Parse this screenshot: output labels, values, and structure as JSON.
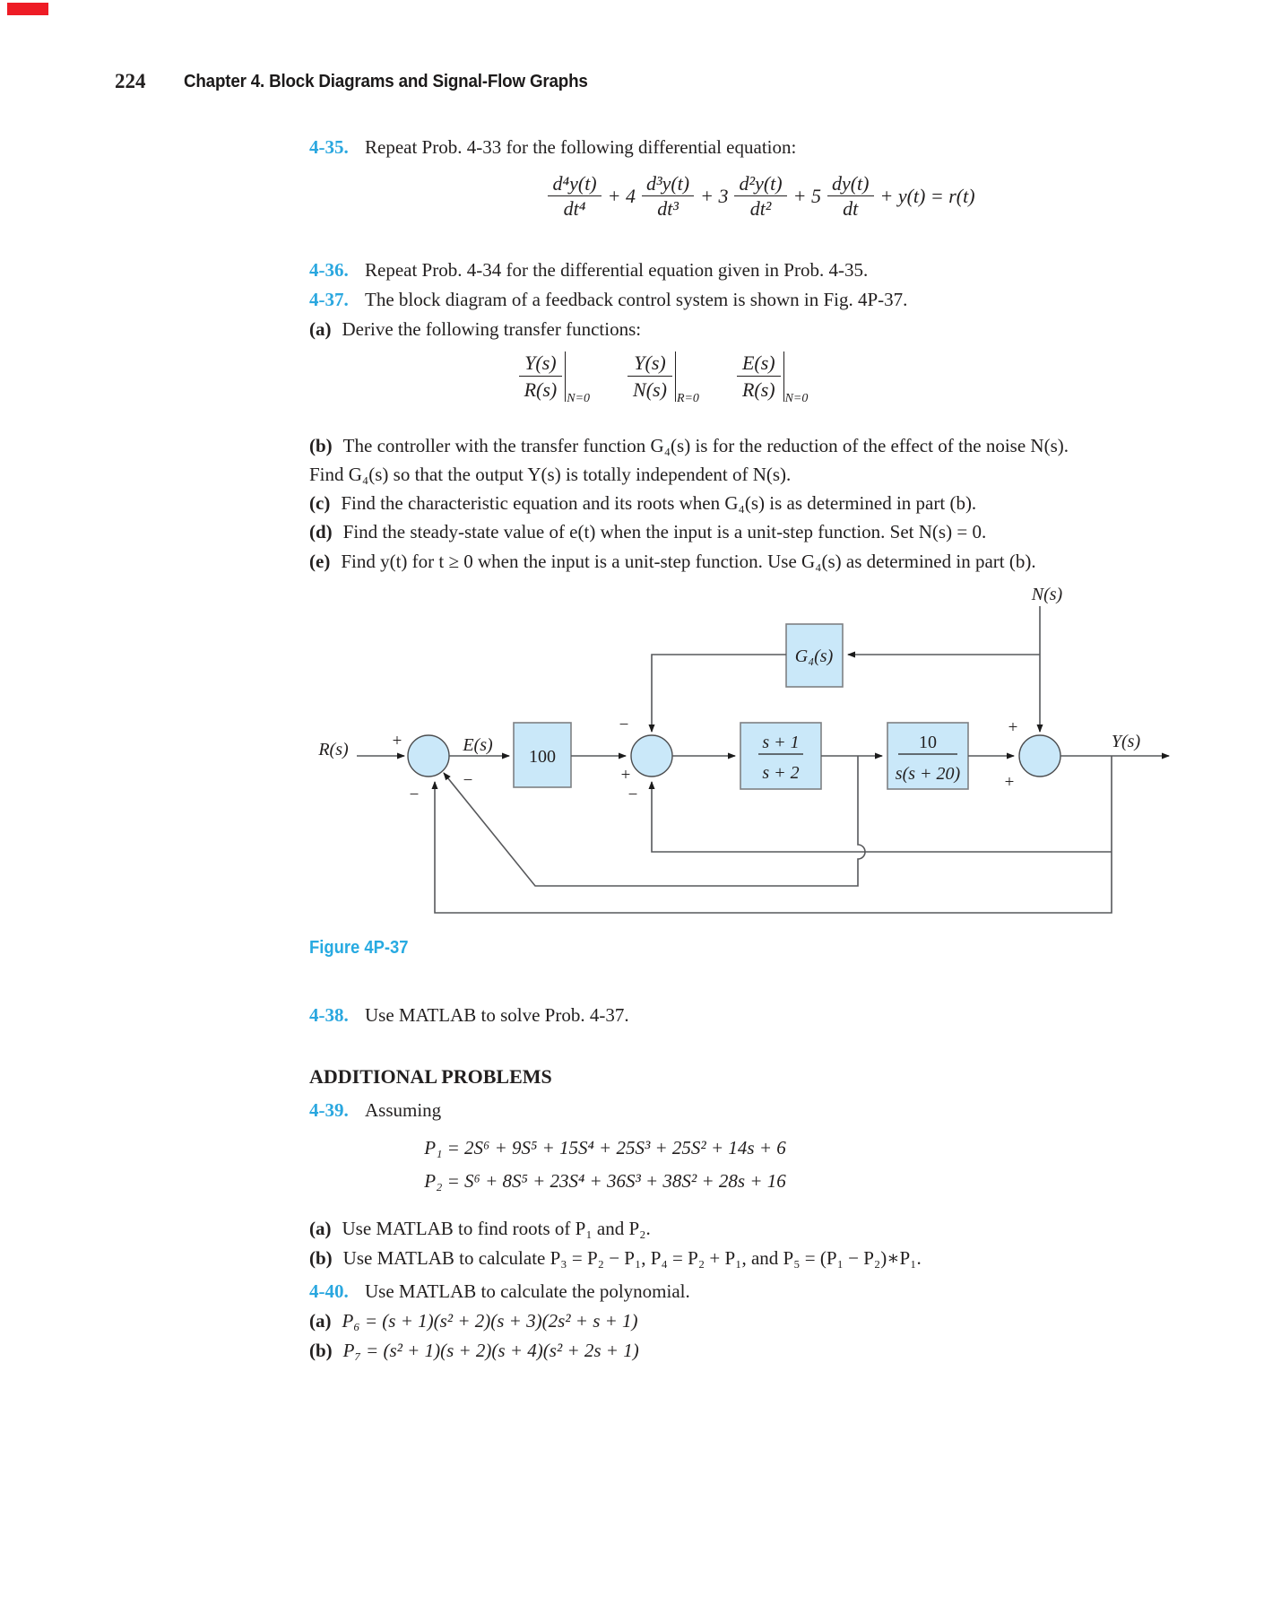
{
  "page": {
    "number": "224",
    "chapter": "Chapter 4.  Block Diagrams and Signal-Flow Graphs"
  },
  "colors": {
    "accent_blue": "#2aa7df",
    "figure_label_blue": "#27aae1",
    "block_fill": "#cae8f9",
    "block_border": "#7e8083",
    "wire": "#57585b",
    "corner_mark_red": "#ee1c25"
  },
  "problems": {
    "p435": {
      "num": "4-35.",
      "text": "Repeat Prob. 4-33 for the following differential equation:"
    },
    "eq435": {
      "n1": "d⁴y(t)",
      "d1": "dt⁴",
      "op1": "+ 4",
      "n2": "d³y(t)",
      "d2": "dt³",
      "op2": "+ 3",
      "n3": "d²y(t)",
      "d3": "dt²",
      "op3": "+ 5",
      "n4": "dy(t)",
      "d4": "dt",
      "tail": "+ y(t) = r(t)"
    },
    "p436": {
      "num": "4-36.",
      "text": "Repeat Prob. 4-34 for the differential equation given in Prob. 4-35."
    },
    "p437": {
      "num": "4-37.",
      "text": "The block diagram of a feedback control system is shown in Fig. 4P-37.",
      "a_label": "(a)",
      "a_text": "Derive the following transfer functions:",
      "tfs": [
        {
          "num": "Y(s)",
          "den": "R(s)",
          "cond": "N=0"
        },
        {
          "num": "Y(s)",
          "den": "N(s)",
          "cond": "R=0"
        },
        {
          "num": "E(s)",
          "den": "R(s)",
          "cond": "N=0"
        }
      ],
      "b_label": "(b)",
      "b_line1": "The controller with the transfer function G₄(s) is for the reduction of the effect of the noise N(s).",
      "b_line2": "Find G₄(s) so that the output Y(s) is totally independent of N(s).",
      "c_label": "(c)",
      "c_text": "Find the characteristic equation and its roots when G₄(s) is as determined in part (b).",
      "d_label": "(d)",
      "d_text": "Find the steady-state value of e(t) when the input is a unit-step function. Set N(s) = 0.",
      "e_label": "(e)",
      "e_text": "Find y(t) for t ≥ 0 when the input is a unit-step function. Use G₄(s) as determined in part (b)."
    },
    "figure_label": "Figure 4P-37",
    "p438": {
      "num": "4-38.",
      "text": "Use MATLAB to solve Prob. 4-37."
    },
    "additional_header": "ADDITIONAL PROBLEMS",
    "p439": {
      "num": "4-39.",
      "text": "Assuming",
      "eq1": "P₁ = 2S⁶ + 9S⁵ + 15S⁴ + 25S³ + 25S² + 14s + 6",
      "eq2": "P₂ = S⁶ + 8S⁵ + 23S⁴ + 36S³ + 38S² + 28s + 16",
      "a_label": "(a)",
      "a_text": "Use MATLAB to find roots of P₁ and P₂.",
      "b_label": "(b)",
      "b_text": "Use MATLAB to calculate P₃ = P₂ − P₁, P₄ = P₂ + P₁, and P₅ = (P₁ − P₂)∗P₁."
    },
    "p440": {
      "num": "4-40.",
      "text": "Use MATLAB to calculate the polynomial.",
      "a_label": "(a)",
      "a_math": "P₆ = (s + 1)(s² + 2)(s + 3)(2s² + s + 1)",
      "b_label": "(b)",
      "b_math": "P₇ = (s² + 1)(s + 2)(s + 4)(s² + 2s + 1)"
    }
  },
  "diagram": {
    "labels": {
      "input": "R(s)",
      "error": "E(s)",
      "output": "Y(s)",
      "noise": "N(s)",
      "g4": "G₄(s)",
      "gain": "100",
      "b1_num": "s + 1",
      "b1_den": "s + 2",
      "b2_num": "10",
      "b2_den": "s(s + 20)"
    },
    "signs": {
      "j1_plus": "+",
      "j1_minus_feedback": "−",
      "j1_minus_inner": "−",
      "j2_minus_top": "−",
      "j2_plus_left": "+",
      "j2_minus_bottom": "−",
      "j3_plus_top": "+",
      "j3_plus_left": "+"
    }
  }
}
